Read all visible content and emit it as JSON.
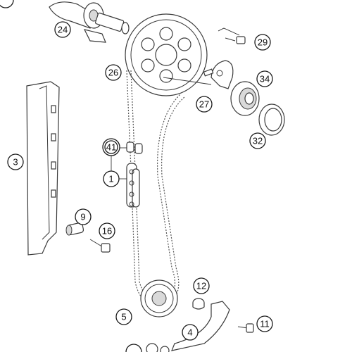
{
  "callouts": [
    {
      "id": "c24",
      "label": "24",
      "highlight": false
    },
    {
      "id": "c26",
      "label": "26",
      "highlight": false
    },
    {
      "id": "c29",
      "label": "29",
      "highlight": false
    },
    {
      "id": "c27",
      "label": "27",
      "highlight": false
    },
    {
      "id": "c34",
      "label": "34",
      "highlight": false
    },
    {
      "id": "c32",
      "label": "32",
      "highlight": false
    },
    {
      "id": "c3",
      "label": "3",
      "highlight": false
    },
    {
      "id": "c41",
      "label": "41",
      "highlight": true
    },
    {
      "id": "c1",
      "label": "1",
      "highlight": false
    },
    {
      "id": "c9",
      "label": "9",
      "highlight": false
    },
    {
      "id": "c16",
      "label": "16",
      "highlight": false
    },
    {
      "id": "c12",
      "label": "12",
      "highlight": false
    },
    {
      "id": "c5",
      "label": "5",
      "highlight": false
    },
    {
      "id": "c11",
      "label": "11",
      "highlight": false
    },
    {
      "id": "c4",
      "label": "4",
      "highlight": false
    }
  ],
  "colors": {
    "highlight_ring": "#e07020",
    "line": "#3a3a3a",
    "background": "#ffffff"
  }
}
